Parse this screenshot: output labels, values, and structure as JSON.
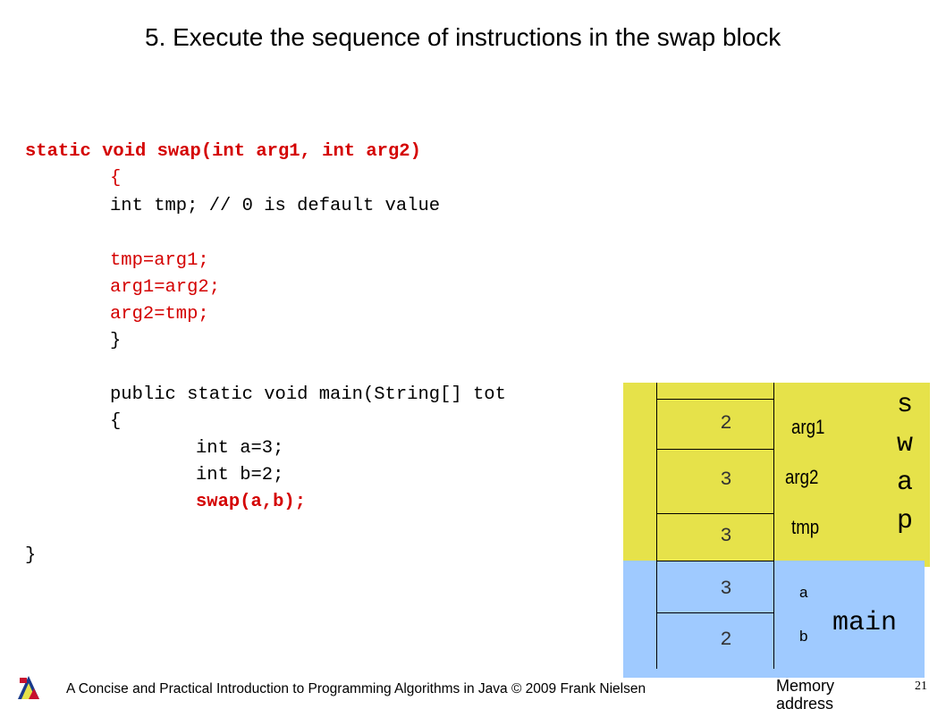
{
  "title": "5. Execute the sequence of instructions in the swap block",
  "code": {
    "signature": "static void swap(int arg1, int arg2)",
    "open_brace": "{",
    "tmp_decl": "int tmp; // 0 is default value",
    "stmt1": "tmp=arg1;",
    "stmt2": "arg1=arg2;",
    "stmt3": "arg2=tmp;",
    "close_brace": "}",
    "main_signature": "public static void main(String[] tot",
    "main_open": "{",
    "decl_a": "int a=3;",
    "decl_b": "int b=2;",
    "call": "swap(a,b);",
    "class_close": "}"
  },
  "memory": {
    "swap": {
      "frame_label": [
        "s",
        "w",
        "a",
        "p"
      ],
      "cells": [
        {
          "value": "2",
          "name": "arg1"
        },
        {
          "value": "3",
          "name": "arg2"
        },
        {
          "value": "3",
          "name": "tmp"
        }
      ]
    },
    "main": {
      "frame_label": "main",
      "cells": [
        {
          "value": "3",
          "name": "a"
        },
        {
          "value": "2",
          "name": "b"
        }
      ]
    },
    "axis_label_line1": "Memory",
    "axis_label_line2": "address"
  },
  "footer": {
    "text": "A Concise and Practical Introduction to Programming Algorithms in Java  © 2009 Frank Nielsen",
    "page_number": "21"
  },
  "colors": {
    "swap_frame": "#e6e24a",
    "main_frame": "#9fcaff",
    "code_highlight": "#d40000"
  }
}
